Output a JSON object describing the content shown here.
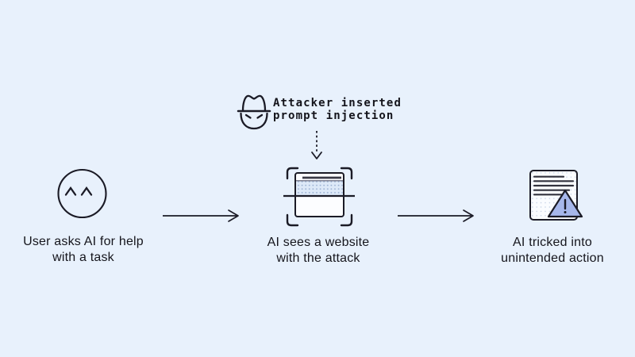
{
  "diagram": {
    "title_implied": "prompt injection attack flow",
    "attacker": {
      "icon": "spy-hat-face-icon",
      "label_line1": "Attacker inserted",
      "label_line2": "prompt injection"
    },
    "steps": [
      {
        "icon": "user-face-icon",
        "label_line1": "User asks AI for help",
        "label_line2": "with a task"
      },
      {
        "icon": "website-scan-icon",
        "label_line1": "AI sees a website",
        "label_line2": "with the attack"
      },
      {
        "icon": "document-warning-icon",
        "label_line1": "AI tricked into",
        "label_line2": "unintended action"
      }
    ],
    "connectors": [
      {
        "type": "dotted-down-arrow",
        "from": "attacker",
        "to": "step-2"
      },
      {
        "type": "solid-right-arrow",
        "from": "step-1",
        "to": "step-2"
      },
      {
        "type": "solid-right-arrow",
        "from": "step-2",
        "to": "step-3"
      }
    ],
    "colors": {
      "background": "#e8f1fc",
      "ink": "#1b1b26",
      "label_text": "#15151c",
      "warning_triangle_fill": "#a6b7eb",
      "stipple_band_background": "#dde9f8",
      "stipple_dot": "#9db3d4",
      "document_fill": "#fafcff",
      "card_fill": "#fcfdff"
    }
  }
}
